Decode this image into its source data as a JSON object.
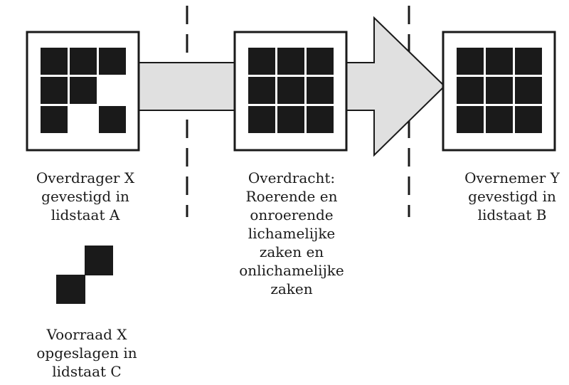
{
  "colors": {
    "cell_fill": "#1a1a1a",
    "box_stroke": "#1a1a1a",
    "arrow_fill": "#e0e0e0",
    "arrow_stroke": "#1a1a1a",
    "divider": "#1a1a1a"
  },
  "parties": {
    "transferor": {
      "lines": [
        "Overdrager X",
        "gevestigd in",
        "lidstaat A"
      ]
    },
    "transfer": {
      "lines": [
        "Overdracht:",
        "Roerende en",
        "onroerende",
        "lichamelijke",
        "zaken en",
        "onlichamelijke",
        "zaken"
      ]
    },
    "transferee": {
      "lines": [
        "Overnemer Y",
        "gevestigd in",
        "lidstaat B"
      ]
    },
    "stock": {
      "lines": [
        "Voorraad X",
        "opgeslagen in",
        "lidstaat C"
      ]
    }
  },
  "grids": {
    "transferor_missing_cells": [
      5,
      7
    ],
    "transfer_missing_cells": [],
    "transferee_missing_cells": []
  }
}
